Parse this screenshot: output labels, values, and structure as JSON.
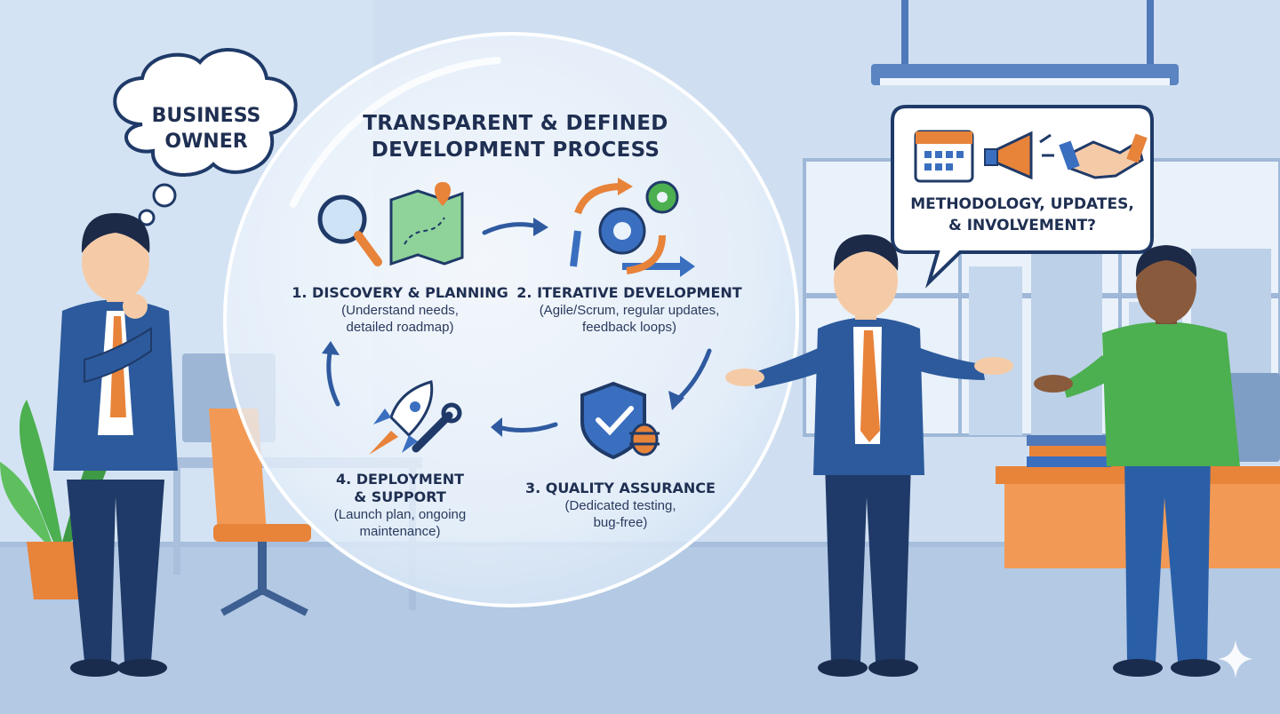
{
  "thought_cloud": {
    "text_line1": "BUSINESS",
    "text_line2": "OWNER"
  },
  "process": {
    "title_line1": "TRANSPARENT & DEFINED",
    "title_line2": "DEVELOPMENT PROCESS",
    "steps": [
      {
        "title": "1. DISCOVERY & PLANNING",
        "desc_line1": "(Understand needs,",
        "desc_line2": "detailed roadmap)",
        "icons": [
          "magnifier-icon",
          "map-icon"
        ]
      },
      {
        "title": "2. ITERATIVE DEVELOPMENT",
        "desc_line1": "(Agile/Scrum, regular updates,",
        "desc_line2": "feedback loops)",
        "icons": [
          "gears-cycle-icon"
        ]
      },
      {
        "title": "3. QUALITY ASSURANCE",
        "desc_line1": "(Dedicated testing,",
        "desc_line2": "bug-free)",
        "icons": [
          "shield-check-icon",
          "bug-icon"
        ]
      },
      {
        "title_line1": "4. DEPLOYMENT",
        "title_line2": "& SUPPORT",
        "desc_line1": "(Launch plan, ongoing",
        "desc_line2": "maintenance)",
        "icons": [
          "rocket-icon",
          "wrench-icon"
        ]
      }
    ]
  },
  "speech_bubble": {
    "text_line1": "METHODOLOGY, UPDATES,",
    "text_line2": "& INVOLVEMENT?",
    "icons": [
      "calendar-icon",
      "megaphone-icon",
      "handshake-icon"
    ]
  },
  "colors": {
    "navy": "#1f3a68",
    "orange": "#e8833a",
    "blue": "#3a6fc0",
    "green": "#4caf50",
    "background": "#c9daee"
  }
}
